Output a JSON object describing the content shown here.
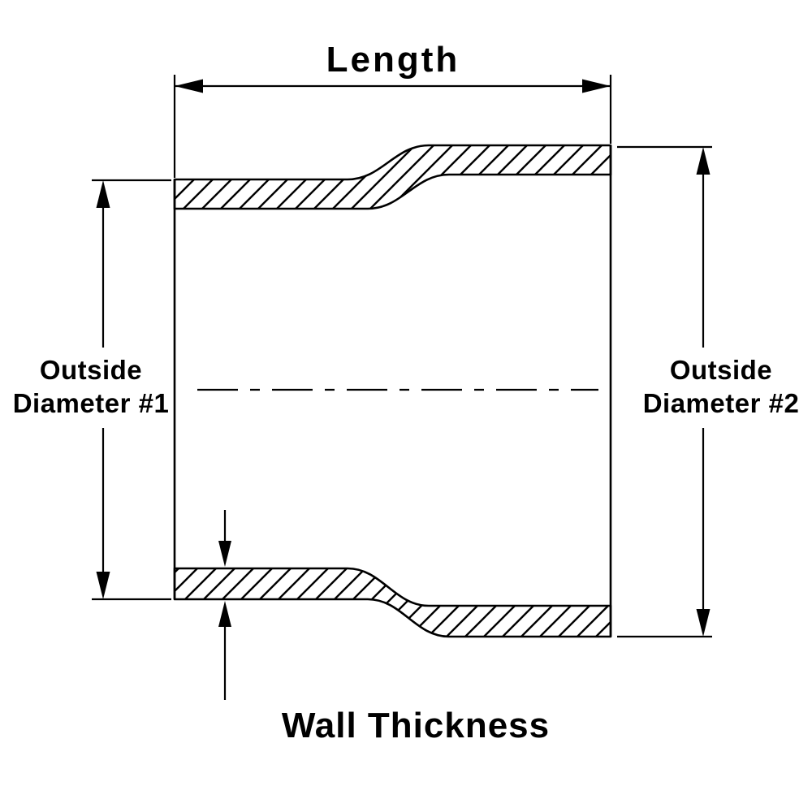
{
  "diagram": {
    "background": "#ffffff",
    "line_color": "#000000",
    "labels": {
      "length": "Length",
      "od1_line1": "Outside",
      "od1_line2": "Diameter #1",
      "od2_line1": "Outside",
      "od2_line2": "Diameter #2",
      "wall_thickness": "Wall Thickness"
    }
  }
}
